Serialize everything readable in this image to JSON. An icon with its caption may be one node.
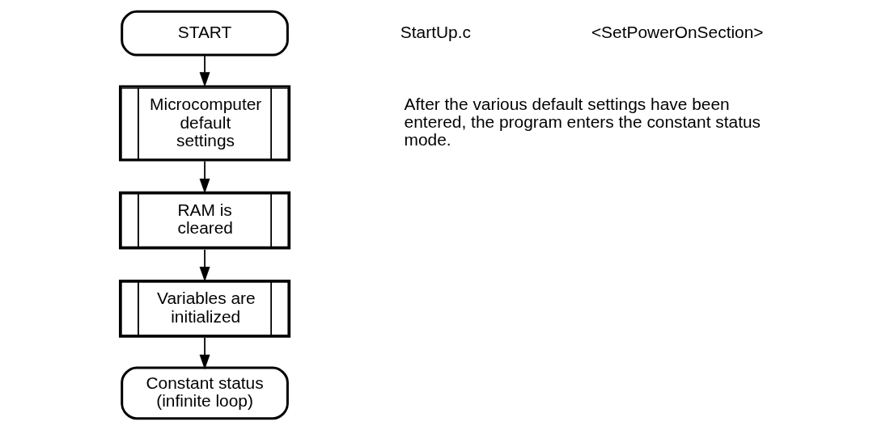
{
  "diagram": {
    "nodes": [
      {
        "text": [
          "START"
        ]
      },
      {
        "text": [
          "Microcomputer default settings"
        ]
      },
      {
        "text": [
          "RAM is cleared"
        ]
      },
      {
        "text": [
          "Variables are initialized"
        ]
      },
      {
        "text": [
          "Constant status (infinite loop)"
        ]
      }
    ],
    "edges": [
      {
        "from": 0,
        "to": 1,
        "arrow": "to"
      },
      {
        "from": 1,
        "to": 2,
        "arrow": "to"
      },
      {
        "from": 2,
        "to": 3,
        "arrow": "to"
      },
      {
        "from": 3,
        "to": 4,
        "arrow": "to"
      }
    ],
    "labels": [
      "StartUp.c",
      "<SetPowerOnSection>",
      "After the various default settings have been entered, the program enters the constant status mode."
    ]
  }
}
